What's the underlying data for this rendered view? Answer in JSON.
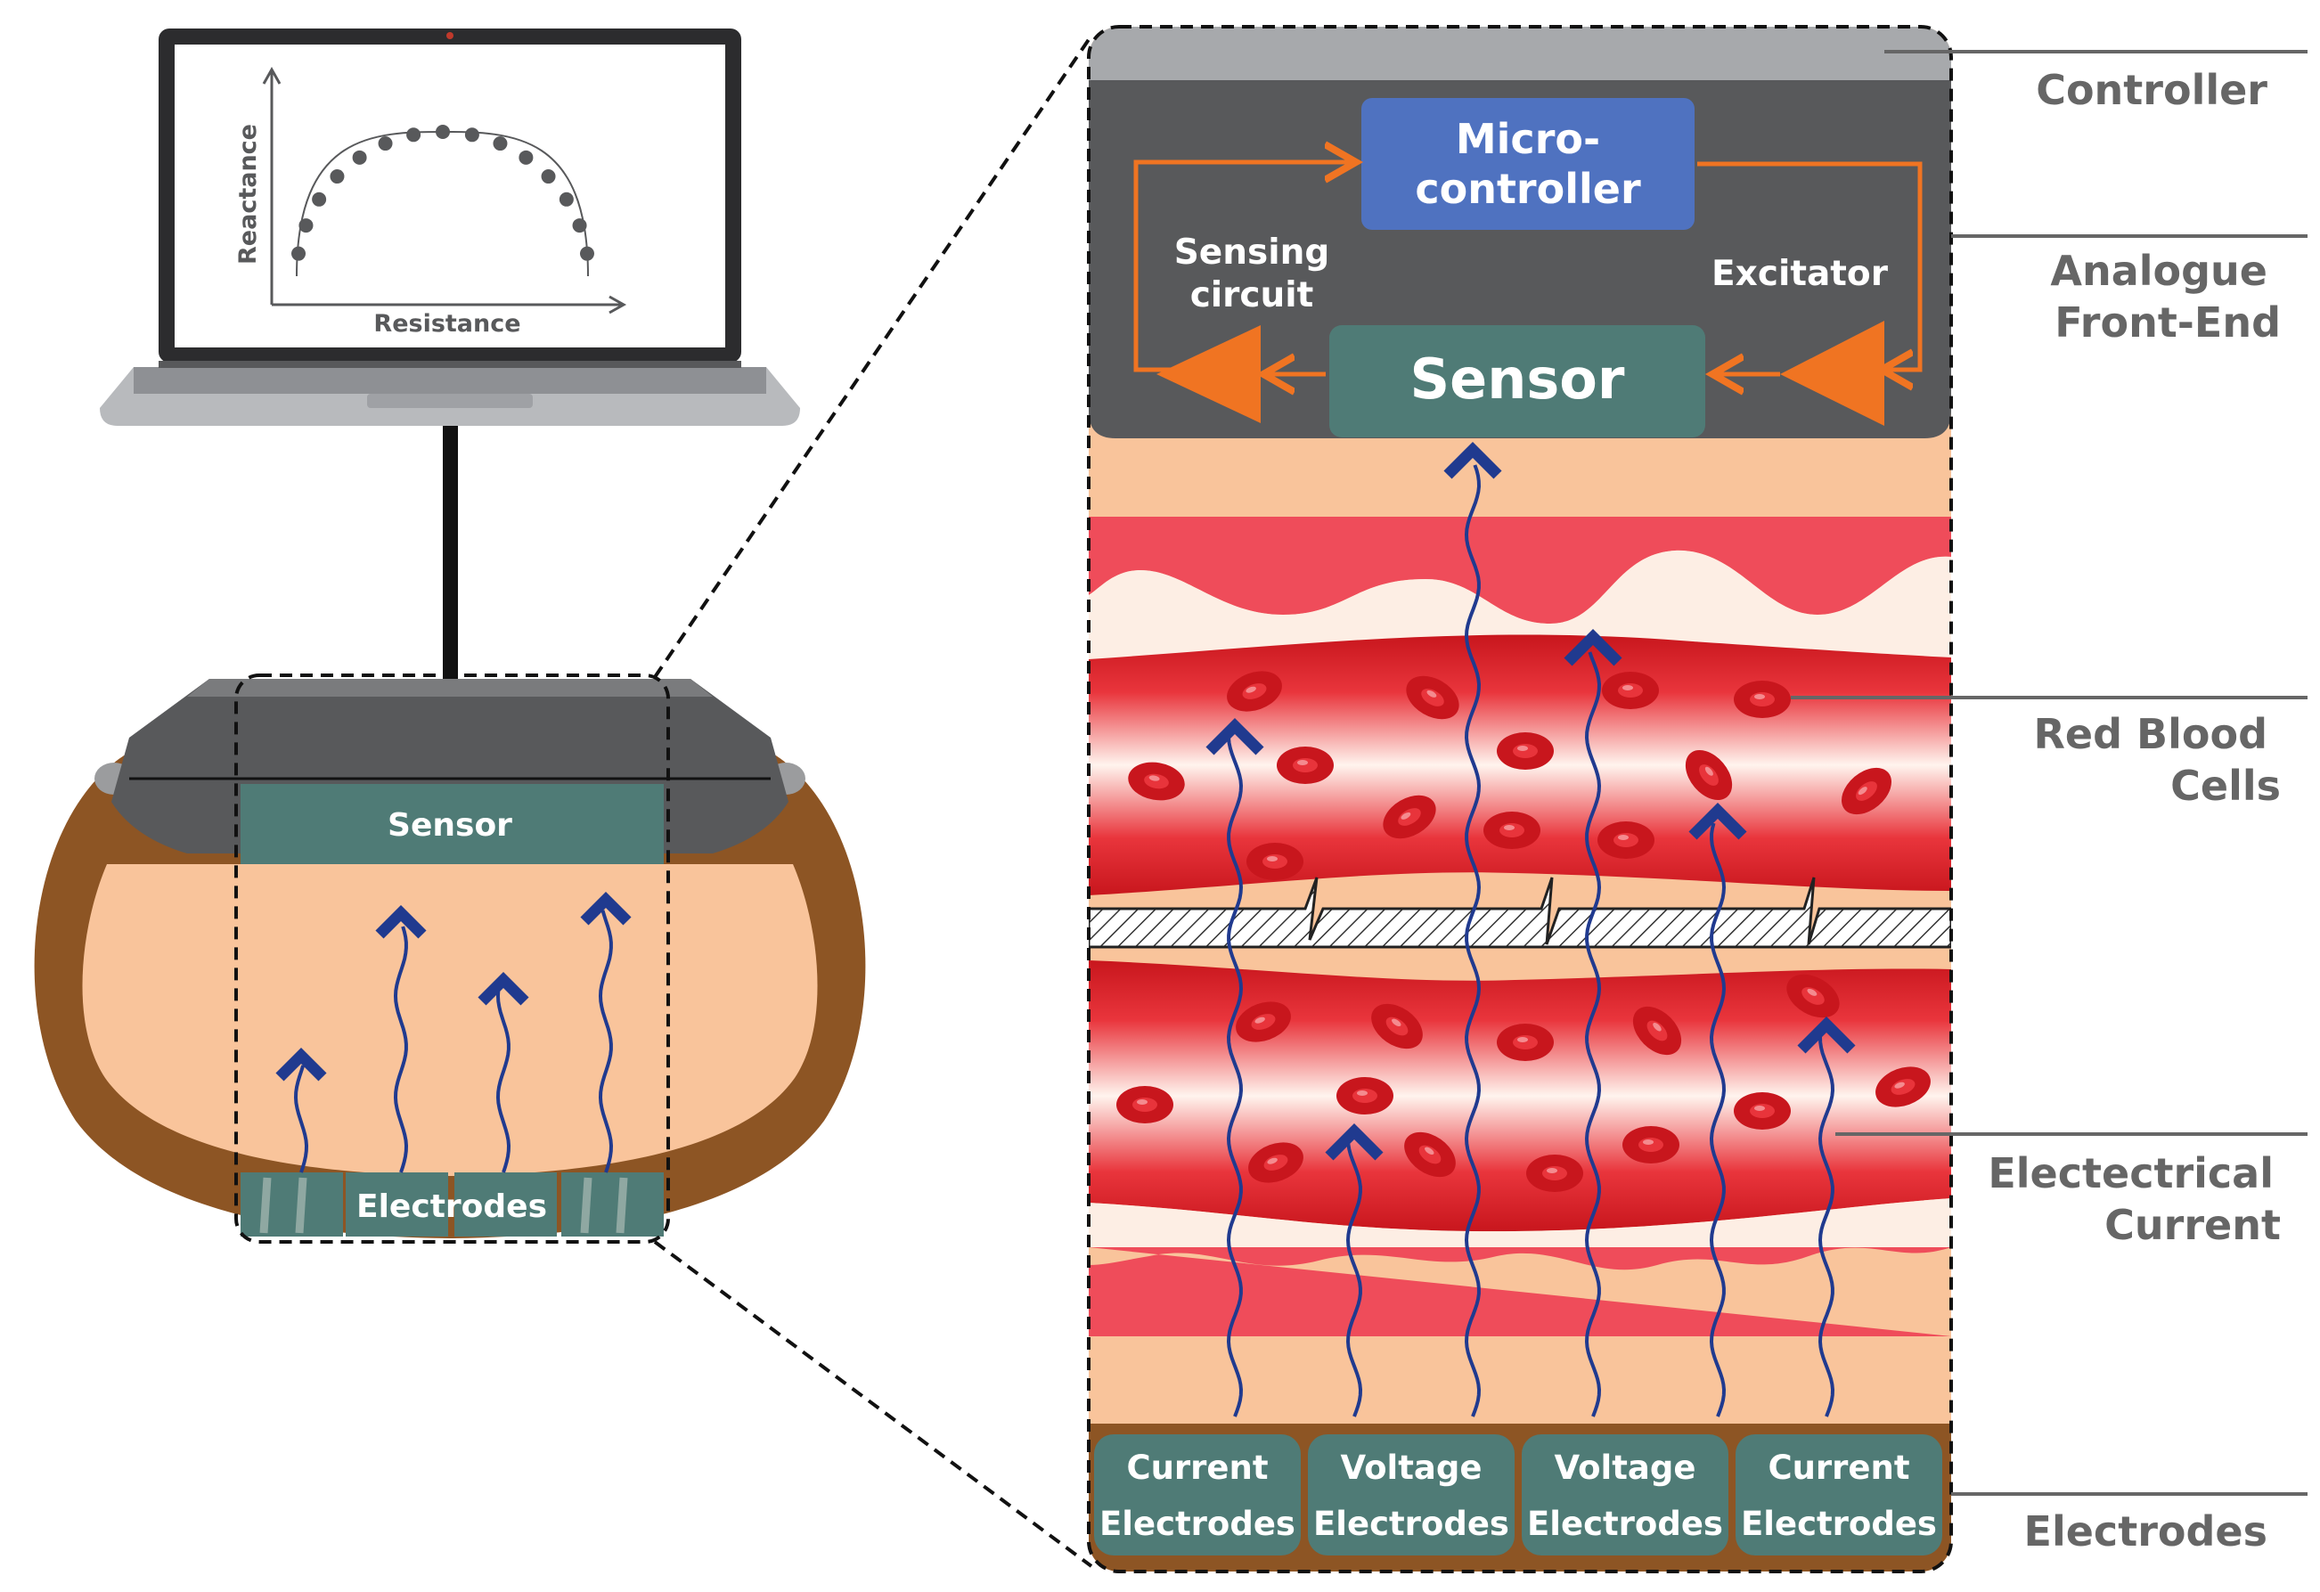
{
  "laptop": {
    "plot": {
      "ylabel": "Reactance",
      "xlabel": "Resistance"
    }
  },
  "device": {
    "sensor_label": "Sensor",
    "electrodes_label": "Electrodes"
  },
  "zoom": {
    "microcontroller_line1": "Micro-",
    "microcontroller_line2": "controller",
    "sensing_line1": "Sensing",
    "sensing_line2": "circuit",
    "excitator": "Excitator",
    "sensor": "Sensor",
    "electrodes": [
      {
        "line1": "Current",
        "line2": "Electrodes"
      },
      {
        "line1": "Voltage",
        "line2": "Electrodes"
      },
      {
        "line1": "Voltage",
        "line2": "Electrodes"
      },
      {
        "line1": "Current",
        "line2": "Electrodes"
      }
    ]
  },
  "legend": {
    "controller": "Controller",
    "afe_line1": "Analogue",
    "afe_line2": "Front-End",
    "rbc_line1": "Red Blood",
    "rbc_line2": "Cells",
    "current_line1": "Electectrical",
    "current_line2": "Current",
    "electrodes": "Electrodes"
  },
  "colors": {
    "controller_dark": "#58595b",
    "sensor_teal": "#4f7b76",
    "micro_blue": "#4f72c0",
    "arrow_orange": "#f07422",
    "skin": "#f9c49b",
    "strap_brown": "#8d5524",
    "current_blue": "#203a8f",
    "blood_red": "#d8202a",
    "legend_gray": "#666666"
  }
}
